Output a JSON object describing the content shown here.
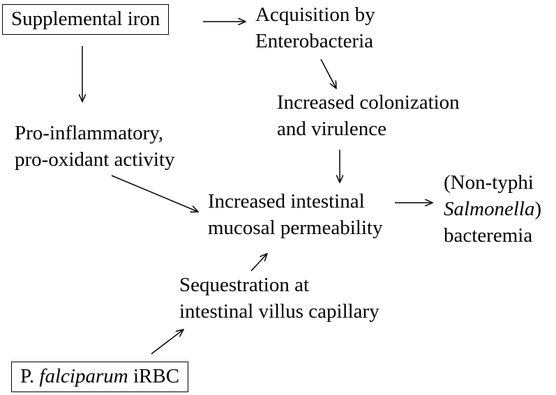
{
  "nodes": {
    "supplemental_iron": {
      "text": "Supplemental iron"
    },
    "acquisition": {
      "line1": "Acquisition by",
      "line2": "Enterobacteria"
    },
    "colonization": {
      "line1": "Increased colonization",
      "line2": "and virulence"
    },
    "proinflammatory": {
      "line1": "Pro-inflammatory,",
      "line2": "pro-oxidant activity"
    },
    "permeability": {
      "line1": "Increased intestinal",
      "line2": "mucosal permeability"
    },
    "bacteremia": {
      "line1": "(Non-typhi",
      "line2_italic": "Salmonella",
      "line2_rest": ")",
      "line3": "bacteremia"
    },
    "sequestration": {
      "line1": "Sequestration at",
      "line2": "intestinal villus capillary"
    },
    "falciparum": {
      "prefix": "P. ",
      "italic": "falciparum",
      "suffix": " iRBC"
    }
  },
  "colors": {
    "ink": "#000000",
    "background": "#ffffff"
  }
}
